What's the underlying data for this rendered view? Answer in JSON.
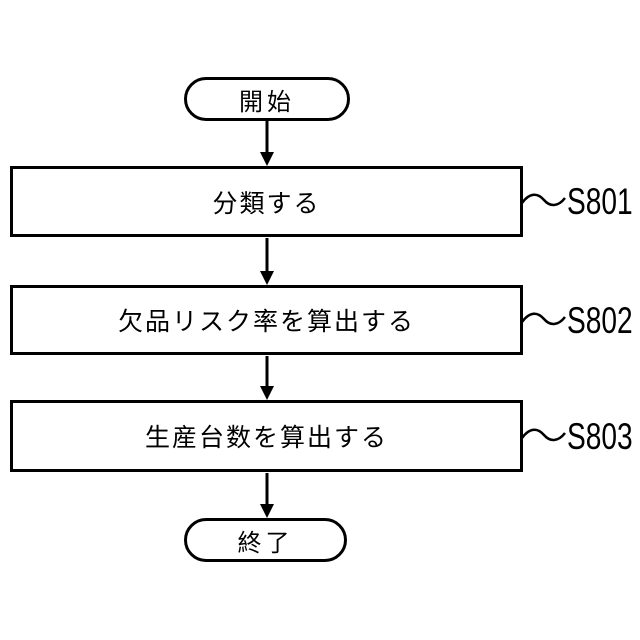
{
  "flowchart": {
    "background_color": "#ffffff",
    "line_color": "#000000",
    "text_color": "#000000",
    "start": {
      "label": "開始"
    },
    "steps": [
      {
        "label": "分類する",
        "tag": "S801"
      },
      {
        "label": "欠品リスク率を算出する",
        "tag": "S802"
      },
      {
        "label": "生産台数を算出する",
        "tag": "S803"
      }
    ],
    "end": {
      "label": "終了"
    }
  }
}
